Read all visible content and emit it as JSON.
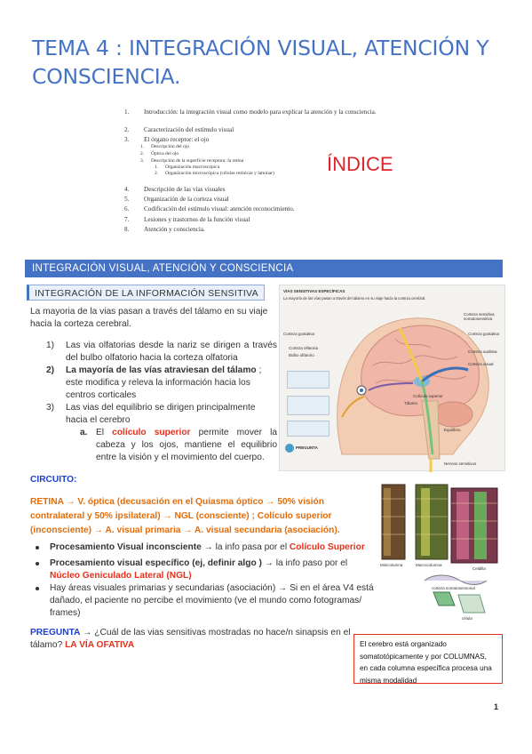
{
  "title": "TEMA 4 : INTEGRACIÓN VISUAL, ATENCIÓN Y CONSCIENCIA.",
  "toc": {
    "label": "ÍNDICE",
    "items": [
      {
        "n": "1.",
        "t": "Introducción: la integración visual como modelo para explicar la atención y la consciencia."
      },
      {
        "n": "2.",
        "t": "Caracterización del estímulo visual"
      },
      {
        "n": "3.",
        "t": "El órgano receptor: el ojo"
      },
      {
        "n": "4.",
        "t": "Descripción de las vías visuales"
      },
      {
        "n": "5.",
        "t": "Organización de la corteza visual"
      },
      {
        "n": "6.",
        "t": "Codificación del estímulo visual: atención reconocimiento."
      },
      {
        "n": "7.",
        "t": "Lesiones y trastornos de la función visual"
      },
      {
        "n": "8.",
        "t": "Atención y consciencia."
      }
    ],
    "sub": [
      {
        "n": "1.",
        "t": "Descripción del ojo"
      },
      {
        "n": "2.",
        "t": "Óptica del ojo"
      },
      {
        "n": "3.",
        "t": "Descripción de la superficie receptora: la retina"
      }
    ],
    "subsub": [
      {
        "n": "1.",
        "t": "Organización macroscópica"
      },
      {
        "n": "2.",
        "t": "Organización microscópica (células retinicas y laminar)"
      }
    ]
  },
  "banner": "INTEGRACIÓN VISUAL, ATENCIÓN Y CONSCIENCIA",
  "subheading": "INTEGRACIÓN DE LA INFORMACIÓN SENSITIVA",
  "intro": "La mayoria de la vias pasan a través del tálamo en su viaje hacia la corteza cerebral.",
  "list": [
    {
      "n": "1)",
      "t": "Las via olfatorias desde la nariz se dirigen a través del bulbo olfatorio hacia la corteza olfatoria"
    },
    {
      "n": "2)",
      "bold": "La mayoría de las vías atraviesan del tálamo",
      "t": " ; este modifica y releva la información hacia los centros corticales"
    },
    {
      "n": "3)",
      "t": "Las vias del equilibrio se dirigen principalmente hacia el cerebro"
    }
  ],
  "sublist": {
    "n": "a.",
    "pre": "El ",
    "hl": "colículo superior",
    "t": " permite mover la cabeza y los ojos, mantiene el equilibrio entre la visión y el movimiento del cuerpo."
  },
  "circuito_label": "CIRCUITO:",
  "circuito": "RETINA → V. óptica (decusación en el Quiasma óptico → 50% visión contralateral y 50% ipsilateral) → NGL (consciente) ; Colículo superior (inconsciente) → A. visual primaria → A. visual secundaria (asociación).",
  "bullets": [
    {
      "b": "Procesamiento Visual inconsciente",
      "t": " → la info pasa por el ",
      "hl": "Colículo Superior"
    },
    {
      "b": "Procesamiento visual específico (ej, definir algo )",
      "t": " → la info paso por el ",
      "hl": "Núcleo Geniculado Lateral (NGL)"
    },
    {
      "t": "Hay áreas visuales primarias y secundarias (asociación) → Si en el área V4 está dañado, el paciente no percibe el movimiento (ve el mundo como fotogramas/ frames)"
    }
  ],
  "pregunta_label": "PREGUNTA",
  "pregunta": " → ¿Cuál de las vias sensitivas mostradas no hace/n sinapsis en el tálamo?",
  "respuesta": " LA VÍA OFATIVA",
  "note": "El cerebro está organizado somatotópicamente y por COLUMNAS, en cada columna específica procesa una misma modalidad",
  "page_number": "1",
  "figure_brain": {
    "heading": "VÍAS SENSITIVAS ESPECÍFICAS",
    "caption": "La mayoría de las vías pasan a través del tálamo en su viaje hacia la corteza cerebral.",
    "labels_right": [
      "Corteza sensitiva somatosensitiva",
      "Corteza gustativa",
      "Corteza auditiva",
      "Corteza visual"
    ],
    "labels_left": [
      "Corteza gustativa",
      "Corteza olfatoria",
      "Bulbo olfatorio"
    ],
    "labels_mid": [
      "Tálamo",
      "Colículo superior",
      "Equilibrio",
      "Nervios sensitivos"
    ],
    "pregunta": "PREGUNTA"
  },
  "figure_cortex": {
    "labels": [
      "Minicolumna",
      "Macrocolumna",
      "Celdilla",
      "corteza somatosensorial",
      "célula"
    ]
  },
  "colors": {
    "accent": "#4472c4",
    "red": "#e7301b",
    "orange": "#e36c09",
    "blue": "#1f3fcf"
  }
}
